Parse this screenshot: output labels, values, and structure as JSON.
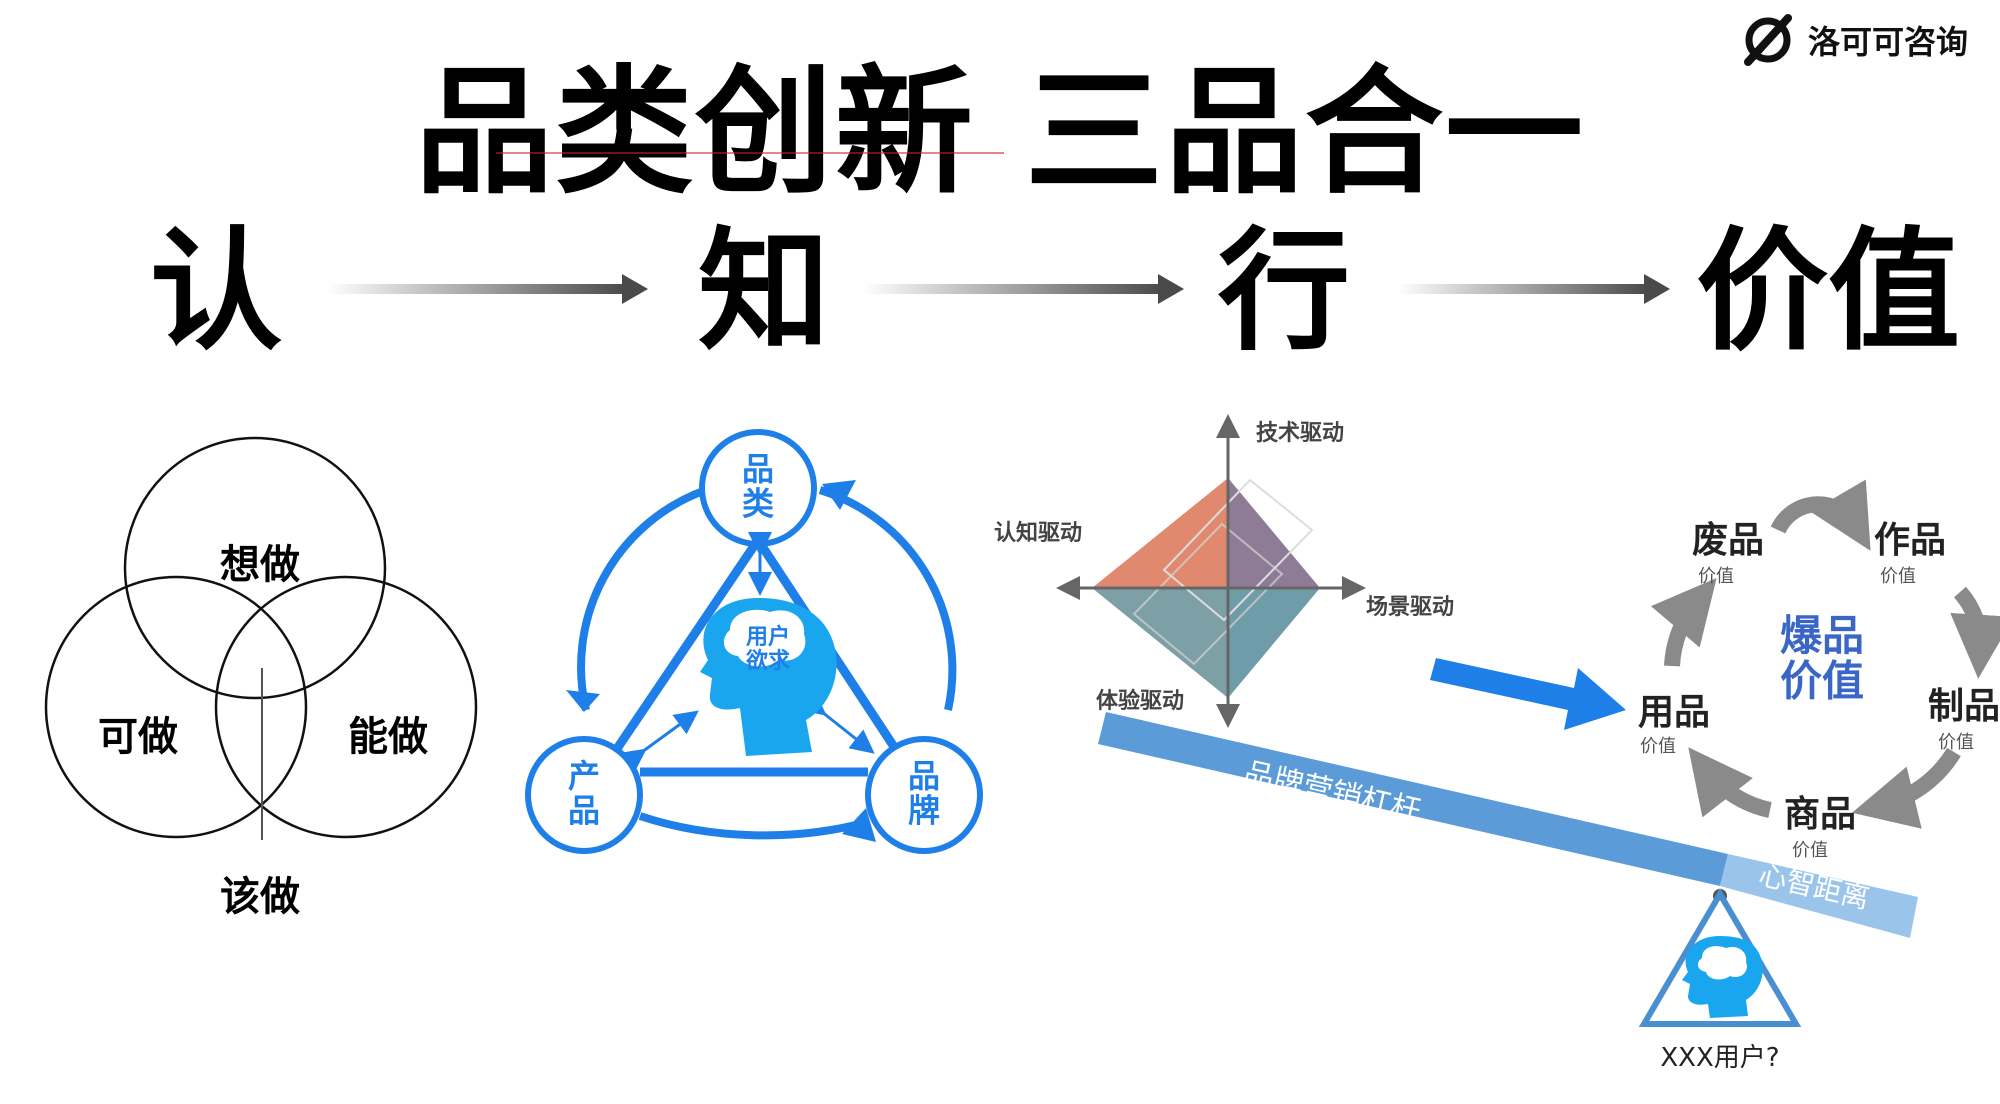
{
  "title": "品类创新 三品合一",
  "logo": {
    "text": "洛可可咨询",
    "icon": "slashed-circle-logo"
  },
  "steps": [
    "认",
    "知",
    "行",
    "价值"
  ],
  "venn": {
    "top": "想做",
    "left": "可做",
    "right": "能做",
    "bottom": "该做"
  },
  "triangle": {
    "top": "品\n类",
    "left": "产\n品",
    "right": "品\n牌",
    "center": "用户\n欲求",
    "accent_color": "#1e7fe8",
    "head_color": "#1aa6ee"
  },
  "quadrant": {
    "up": "技术驱动",
    "left": "认知驱动",
    "right": "场景驱动",
    "down": "体验驱动",
    "colors": [
      "#e0896e",
      "#8e7b96",
      "#7d9fa6",
      "#6f9ca9"
    ]
  },
  "lever": {
    "bar_label": "品牌营销杠杆",
    "end_label": "心智距离",
    "fulcrum_label": "XXX用户?",
    "bar_color": "#5a9bd8",
    "end_color": "#9bc4ea"
  },
  "cycle": {
    "center": "爆品\n价值",
    "items": [
      {
        "name": "废品",
        "sub": "价值"
      },
      {
        "name": "作品",
        "sub": "价值"
      },
      {
        "name": "制品",
        "sub": "价值"
      },
      {
        "name": "商品",
        "sub": "价值"
      },
      {
        "name": "用品",
        "sub": "价值"
      }
    ],
    "center_color": "#3a66c8",
    "arrow_color": "#8a8a8a"
  }
}
